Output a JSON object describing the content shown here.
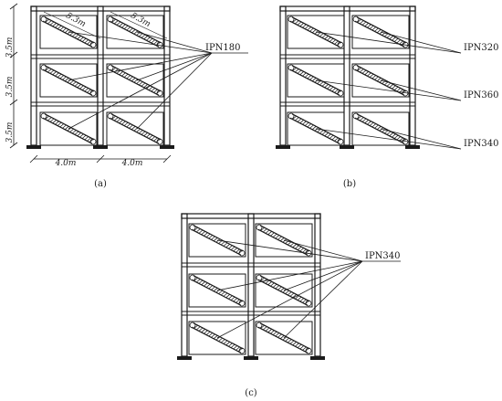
{
  "captions": {
    "a": "(a)",
    "b": "(b)",
    "c": "(c)"
  },
  "dimensions": {
    "storey_height": "3.5m",
    "bay_width": "4.0m",
    "brace_length": "5.3m"
  },
  "section_labels": {
    "a": [
      "IPN180"
    ],
    "b": [
      "IPN320",
      "IPN360",
      "IPN340"
    ],
    "c": [
      "IPN340"
    ]
  },
  "colors": {
    "line": "#1a1a1a",
    "background": "#ffffff"
  }
}
